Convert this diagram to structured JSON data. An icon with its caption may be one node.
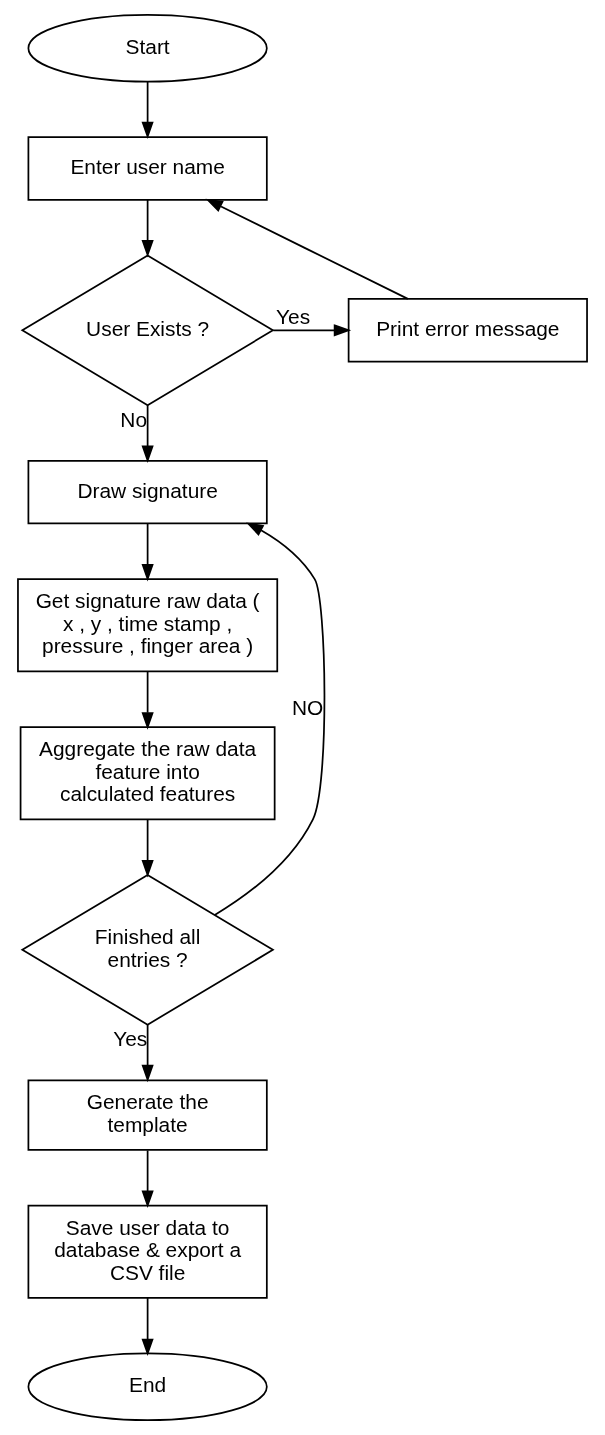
{
  "diagram": {
    "nodes": [
      {
        "text": [
          "Start"
        ]
      },
      {
        "text": [
          "Enter user name"
        ]
      },
      {
        "text": [
          "User Exists ?"
        ]
      },
      {
        "text": [
          "Print error message"
        ]
      },
      {
        "text": [
          "Draw signature"
        ]
      },
      {
        "text": [
          "Get signature raw data ( x , y , time stamp , pressure , finger area )"
        ]
      },
      {
        "text": [
          "Aggregate the raw data feature into calculated features"
        ]
      },
      {
        "text": [
          "Finished all entries ?"
        ]
      },
      {
        "text": [
          "Generate the template"
        ]
      },
      {
        "text": [
          "Save user data to database & export a CSV file"
        ]
      },
      {
        "text": [
          "End"
        ]
      }
    ],
    "edges": [
      {
        "from": 0,
        "to": 1,
        "arrow": "to"
      },
      {
        "from": 1,
        "to": 2,
        "arrow": "to"
      },
      {
        "from": 2,
        "to": 3,
        "arrow": "to",
        "label": "Yes"
      },
      {
        "from": 3,
        "to": 1,
        "arrow": "to"
      },
      {
        "from": 2,
        "to": 4,
        "arrow": "to",
        "label": "No"
      },
      {
        "from": 4,
        "to": 5,
        "arrow": "to"
      },
      {
        "from": 5,
        "to": 6,
        "arrow": "to"
      },
      {
        "from": 6,
        "to": 7,
        "arrow": "to"
      },
      {
        "from": 7,
        "to": 4,
        "arrow": "to",
        "label": "NO"
      },
      {
        "from": 7,
        "to": 8,
        "arrow": "to",
        "label": "Yes"
      },
      {
        "from": 8,
        "to": 9,
        "arrow": "to"
      },
      {
        "from": 9,
        "to": 10,
        "arrow": "to"
      }
    ]
  }
}
